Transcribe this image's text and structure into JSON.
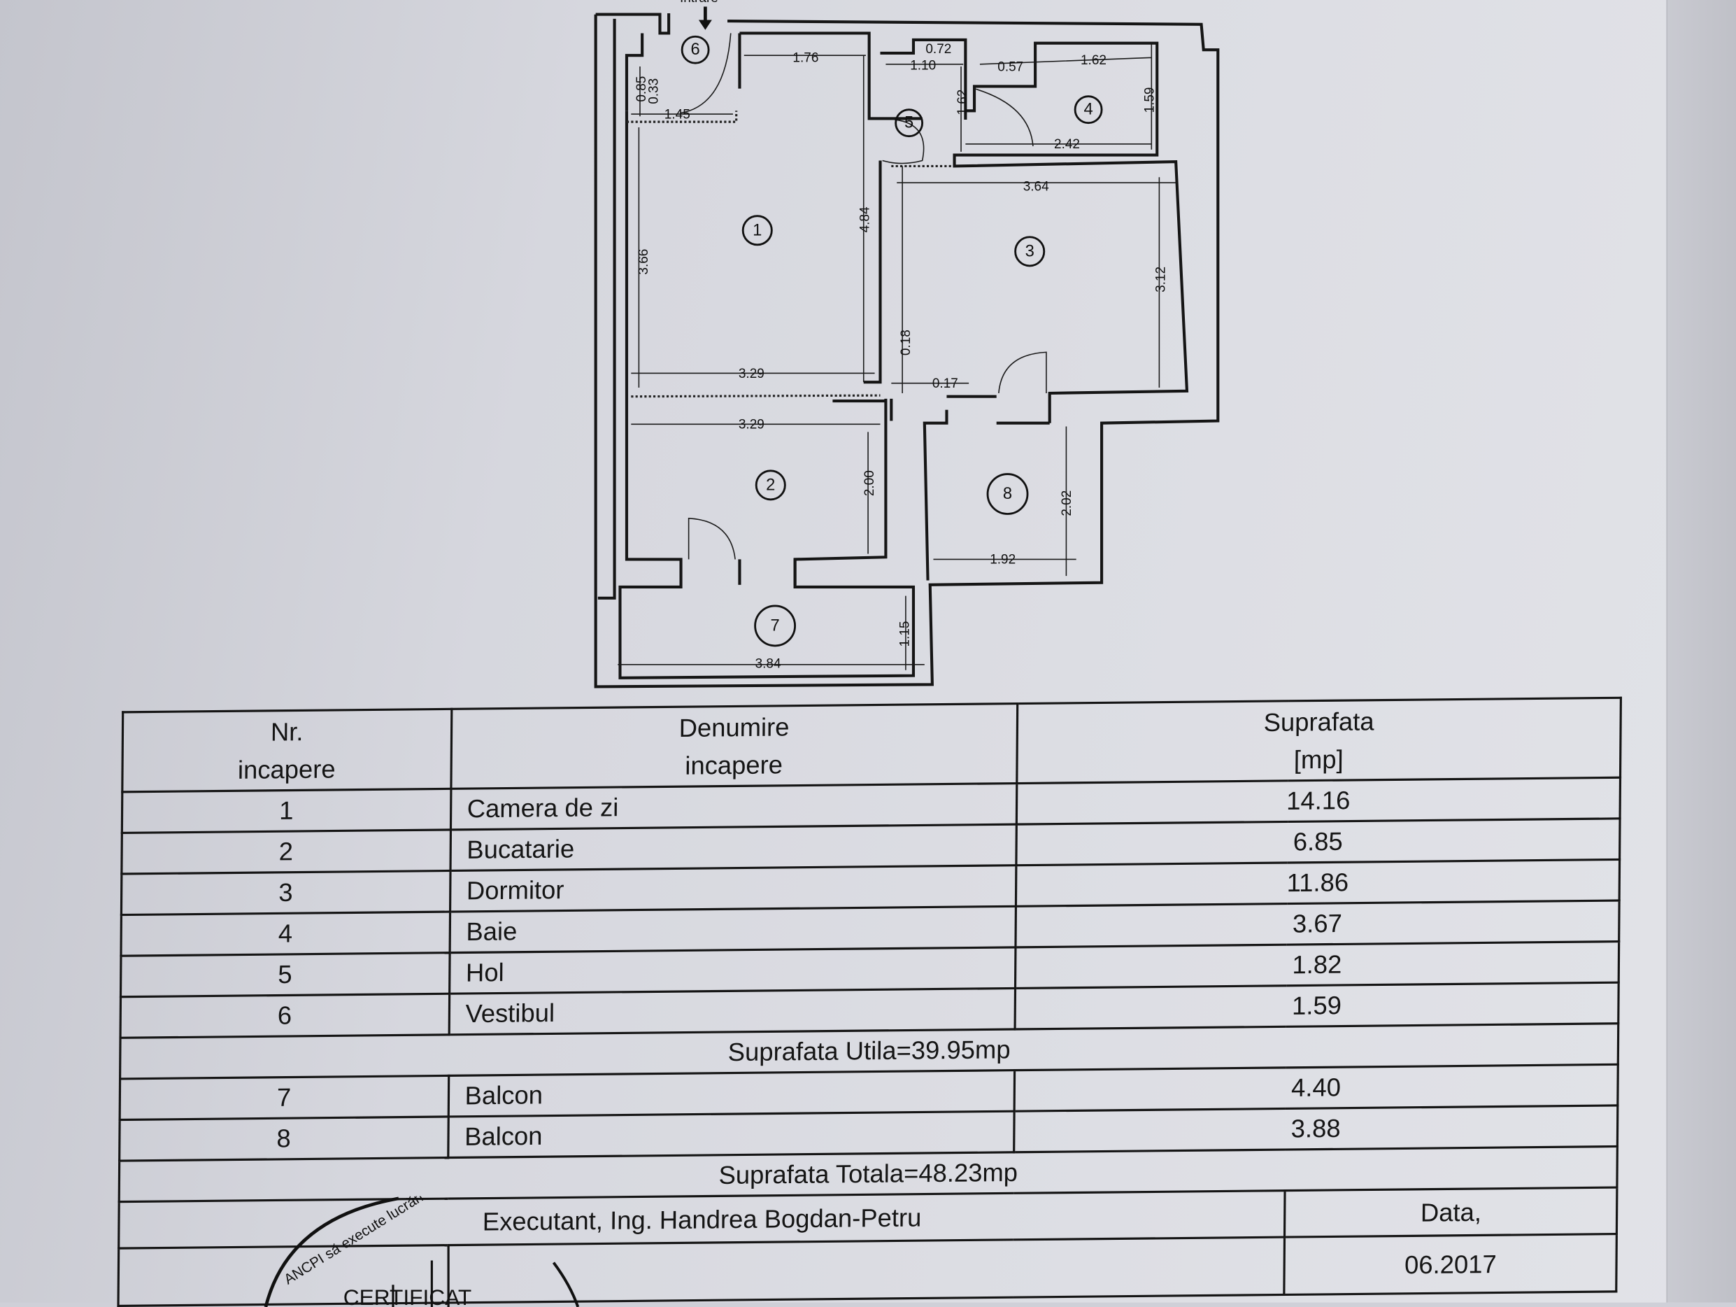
{
  "plan": {
    "entrance_label": "Intrare",
    "rooms": [
      "1",
      "2",
      "3",
      "4",
      "5",
      "6",
      "7",
      "8"
    ],
    "dims": {
      "d176": "1.76",
      "d072": "0.72",
      "d110": "1.10",
      "d057": "0.57",
      "d162h": "1.62",
      "d159": "1.59",
      "d242": "2.42",
      "d162v": "1.62",
      "d085": "0.85",
      "d033": "0.33",
      "d145": "1.45",
      "d366": "3.66",
      "d484": "4.84",
      "d364": "3.64",
      "d312": "3.12",
      "d329a": "3.29",
      "d018": "0.18",
      "d017": "0.17",
      "d329b": "3.29",
      "d200": "2.00",
      "d202": "2.02",
      "d192": "1.92",
      "d115": "1.15",
      "d384": "3.84"
    }
  },
  "table": {
    "headers": {
      "nr": "Nr.",
      "nr2": "incapere",
      "name": "Denumire",
      "name2": "incapere",
      "area": "Suprafata",
      "area2": "[mp]"
    },
    "rows": [
      {
        "nr": "1",
        "name": "Camera de zi",
        "area": "14.16"
      },
      {
        "nr": "2",
        "name": "Bucatarie",
        "area": "6.85"
      },
      {
        "nr": "3",
        "name": "Dormitor",
        "area": "11.86"
      },
      {
        "nr": "4",
        "name": "Baie",
        "area": "3.67"
      },
      {
        "nr": "5",
        "name": "Hol",
        "area": "1.82"
      },
      {
        "nr": "6",
        "name": "Vestibul",
        "area": "1.59"
      }
    ],
    "useful_total": "Suprafata Utila=39.95mp",
    "balcony_rows": [
      {
        "nr": "7",
        "name": "Balcon",
        "area": "4.40"
      },
      {
        "nr": "8",
        "name": "Balcon",
        "area": "3.88"
      }
    ],
    "grand_total": "Suprafata Totala=48.23mp",
    "executant": "Executant, Ing. Handrea Bogdan-Petru",
    "date_label": "Data,",
    "date_value": "06.2017"
  },
  "stamp": {
    "text": "ANCPI să execute lucrări de cadastru",
    "center": "CERTIFICAT"
  }
}
